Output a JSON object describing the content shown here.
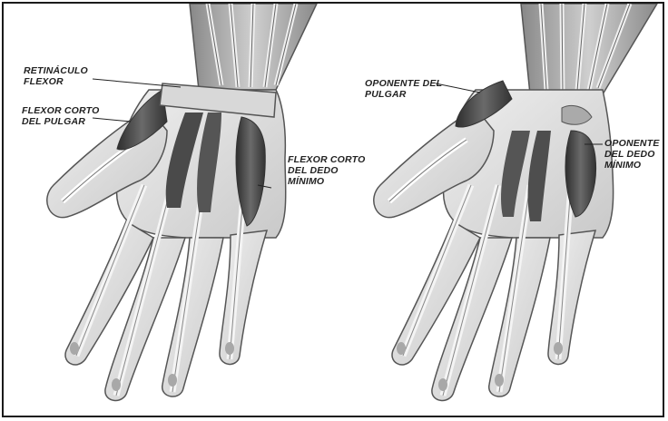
{
  "labels": {
    "left": {
      "retinaculo": [
        "RETINÁCULO",
        "FLEXOR"
      ],
      "flexor_corto_pulgar": [
        "FLEXOR CORTO",
        "DEL PULGAR"
      ],
      "flexor_corto_dedo_minimo": [
        "FLEXOR CORTO",
        "DEL DEDO",
        "MÍNIMO"
      ]
    },
    "right": {
      "oponente_pulgar": [
        "OPONENTE DEL",
        "PULGAR"
      ],
      "oponente_dedo_minimo": [
        "OPONENTE",
        "DEL DEDO",
        "MÍNIMO"
      ]
    }
  },
  "colors": {
    "skin": "#e6e6e6",
    "bone": "#d2d2d2",
    "muscle_dark": "#4a4a4a",
    "muscle_mid": "#7a7a7a",
    "tendon": "#f2f2f2",
    "outline": "#555555",
    "border": "#1a1a1a"
  }
}
